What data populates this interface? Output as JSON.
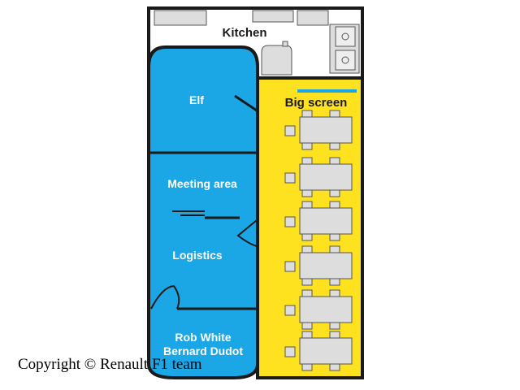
{
  "colors": {
    "blue": "#1ba6e6",
    "yellow": "#ffe21f",
    "wall": "#1a1a1a",
    "furniture": "#dddddd",
    "screen_bar": "#1ba6e6"
  },
  "rooms": {
    "kitchen": "Kitchen",
    "big_screen": "Big screen",
    "elf": "Elf",
    "meeting": "Meeting area",
    "logistics": "Logistics",
    "office_line1": "Rob White",
    "office_line2": "Bernard Dudot"
  },
  "table_count": 6,
  "copyright": "Copyright © Renault F1 team"
}
